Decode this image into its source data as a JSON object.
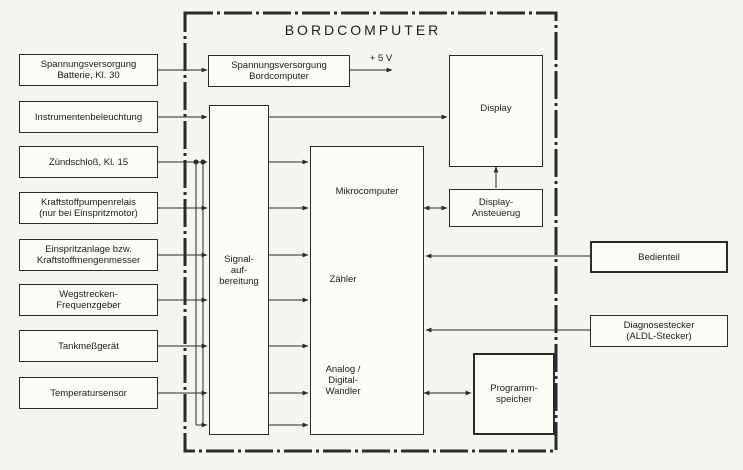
{
  "title": "BORDCOMPUTER",
  "inputs": [
    "Spannungsversorgung\nBatterie, Kl. 30",
    "Instrumentenbeleuchtung",
    "Zündschloß, Kl. 15",
    "Kraftstoffpumpenrelais\n(nur bei Einspritzmotor)",
    "Einspritzanlage bzw.\nKraftstoffmengenmesser",
    "Wegstrecken-\nFrequenzgeber",
    "Tankmeßgerät",
    "Temperatursensor"
  ],
  "internal": {
    "supply": "Spannungsversorgung\nBordcomputer",
    "voltage": "+ 5 V",
    "signal": "Signal-\nauf-\nbereitung",
    "microcomputer": "Mikrocomputer",
    "counter": "Zähler",
    "adc": "Analog /\nDigital-\nWandler",
    "display": "Display",
    "display_driver": "Display-\nAnsteuerug",
    "program_memory": "Programm-\nspeicher"
  },
  "external": {
    "control_unit": "Bedienteil",
    "diagnostic": "Diagnosestecker\n(ALDL-Stecker)"
  },
  "colors": {
    "line": "#2a2a2a",
    "background": "#f4f4f1"
  }
}
